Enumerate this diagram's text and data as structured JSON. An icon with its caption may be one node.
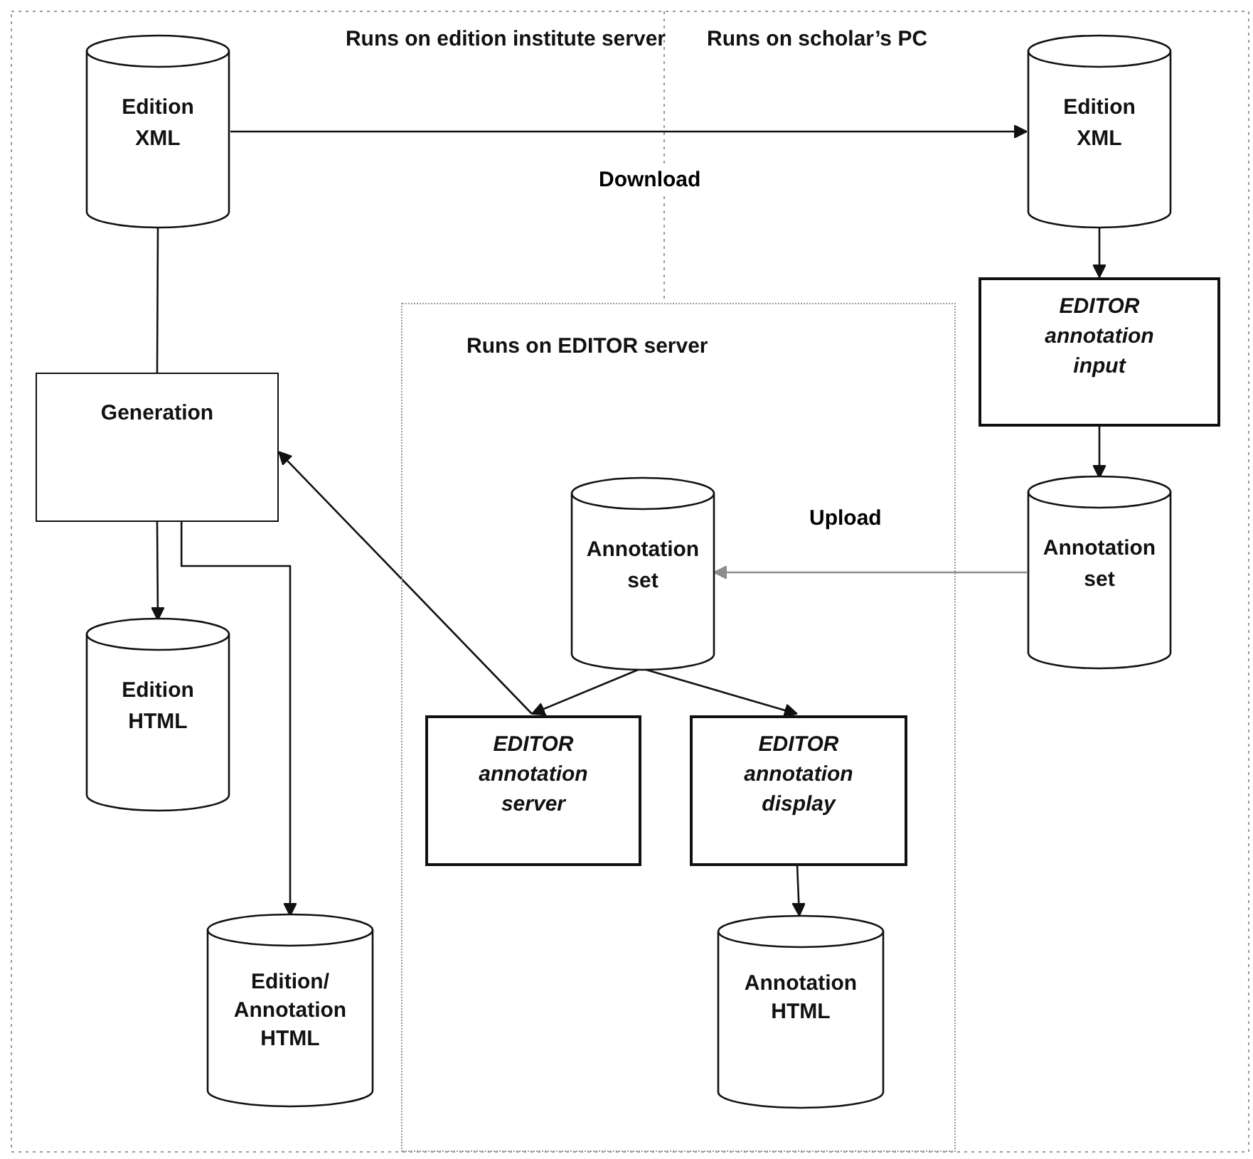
{
  "diagram": {
    "nodes": [
      {
        "text": [
          "Runs on edition institute server"
        ]
      },
      {
        "text": [
          "Runs on scholar’s PC"
        ]
      },
      {
        "text": [
          "Runs on EDITOR server"
        ]
      },
      {
        "text": [
          "Edition XML"
        ],
        "in": 0
      },
      {
        "text": [
          "Edition XML"
        ],
        "in": 1
      },
      {
        "text": [
          "EDITOR annotation input"
        ],
        "in": 1
      },
      {
        "text": [
          "Generation"
        ],
        "in": 0
      },
      {
        "text": [
          "Annotation set"
        ],
        "in": 2
      },
      {
        "text": [
          "Annotation set"
        ],
        "in": 1
      },
      {
        "text": [
          "Edition HTML"
        ],
        "in": 0
      },
      {
        "text": [
          "EDITOR annotation server"
        ],
        "in": 2
      },
      {
        "text": [
          "EDITOR annotation display"
        ],
        "in": 2
      },
      {
        "text": [
          "Edition/ Annotation HTML"
        ],
        "in": 0
      },
      {
        "text": [
          "Annotation HTML"
        ],
        "in": 2
      }
    ],
    "edges": [
      {
        "from": 3,
        "to": 4,
        "arrow": "to",
        "label": "Download"
      },
      {
        "from": 3,
        "to": 6,
        "arrow": "none"
      },
      {
        "from": 4,
        "to": 5,
        "arrow": "to"
      },
      {
        "from": 5,
        "to": 8,
        "arrow": "to"
      },
      {
        "from": 8,
        "to": 7,
        "arrow": "to",
        "label": "Upload",
        "color": "#8c8c8c"
      },
      {
        "from": 7,
        "to": 10,
        "arrow": "to"
      },
      {
        "from": 7,
        "to": 11,
        "arrow": "to"
      },
      {
        "from": 10,
        "to": 6,
        "arrow": "to"
      },
      {
        "from": 6,
        "to": 9,
        "arrow": "to"
      },
      {
        "from": 6,
        "to": 12,
        "arrow": "to"
      },
      {
        "from": 11,
        "to": 13,
        "arrow": "to"
      }
    ]
  }
}
